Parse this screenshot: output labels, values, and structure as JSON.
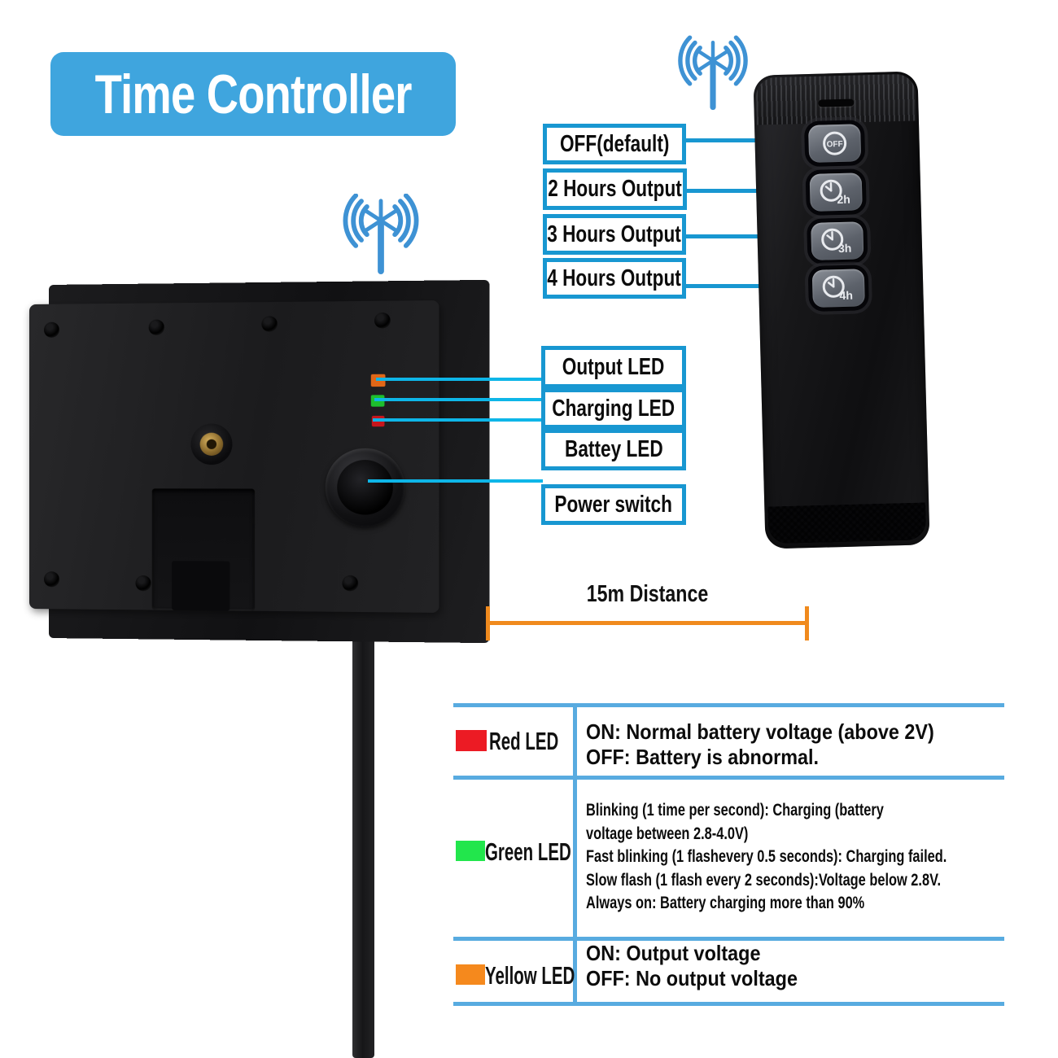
{
  "title": {
    "label": "Time Controller"
  },
  "icons": {
    "wireless": "wireless-signal-icon",
    "off_button": "off-power-icon",
    "timer_button": "clock-timer-icon"
  },
  "remote": {
    "buttons": [
      {
        "label": "OFF"
      },
      {
        "label": "2h"
      },
      {
        "label": "3h"
      },
      {
        "label": "4h"
      }
    ]
  },
  "callouts": {
    "remote_labels": [
      "OFF(default)",
      "2 Hours Output",
      "3 Hours Output",
      "4 Hours Output"
    ],
    "device_labels": [
      "Output LED",
      "Charging LED",
      "Battey LED",
      "Power switch"
    ]
  },
  "distance": {
    "label": "15m Distance"
  },
  "led_table": {
    "rows": [
      {
        "name": "Red LED",
        "swatch_color": "#ec1b24",
        "lines": [
          "ON: Normal battery voltage (above 2V)",
          "OFF: Battery is abnormal."
        ]
      },
      {
        "name": "Green LED",
        "swatch_color": "#22e64c",
        "lines": [
          "Blinking (1 time per second): Charging (battery",
          "voltage between 2.8-4.0V)",
          "Fast blinking (1 flashevery 0.5 seconds): Charging failed.",
          "Slow flash (1 flash every 2 seconds):Voltage below 2.8V.",
          "Always on: Battery charging more than 90%"
        ]
      },
      {
        "name": "Yellow LED",
        "swatch_color": "#f5891d",
        "lines": [
          "ON: Output voltage",
          "OFF: No output voltage"
        ]
      }
    ]
  },
  "colors": {
    "banner_blue": "#3fa5de",
    "callout_border_blue": "#1897d1",
    "connector_cyan": "#0eb6e8",
    "table_line_blue": "#58abe0",
    "distance_orange": "#f08a1d",
    "antenna_blue": "#3e92d4"
  }
}
